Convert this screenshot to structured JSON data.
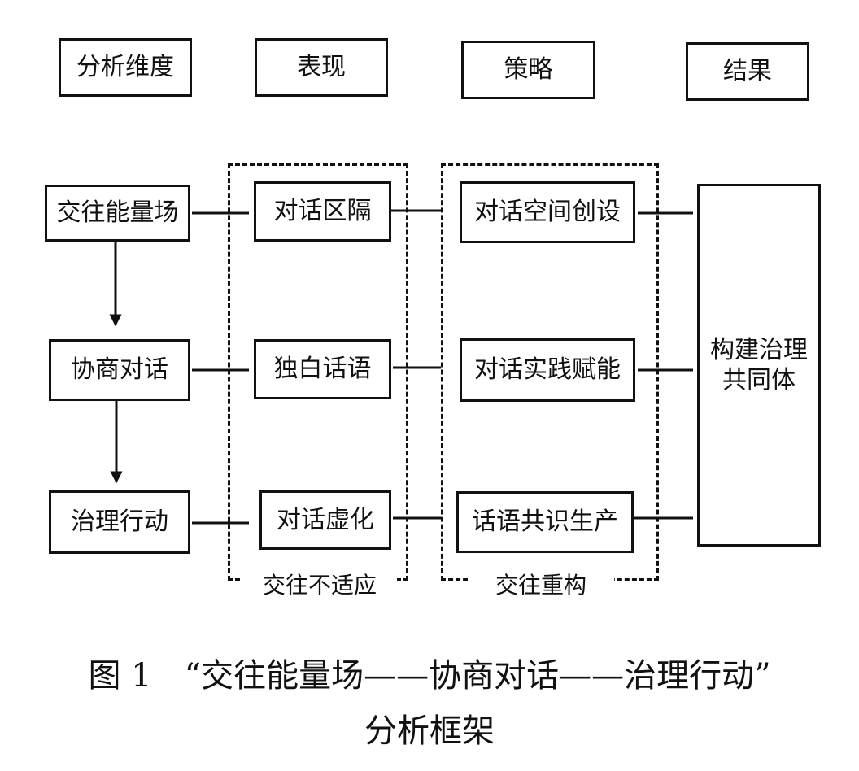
{
  "headers": {
    "dimension": "分析维度",
    "manifestation": "表现",
    "strategy": "策略",
    "result": "结果"
  },
  "dimensions": [
    "交往能量场",
    "协商对话",
    "治理行动"
  ],
  "manifestations": [
    "对话区隔",
    "独白话语",
    "对话虚化"
  ],
  "strategies": [
    "对话空间创设",
    "对话实践赋能",
    "话语共识生产"
  ],
  "result": "构建治理共同体",
  "groups": {
    "maladaptation": "交往不适应",
    "reconstruction": "交往重构"
  },
  "caption": {
    "line1": "图 1　“交往能量场——协商对话——治理行动”",
    "line2": "分析框架"
  }
}
